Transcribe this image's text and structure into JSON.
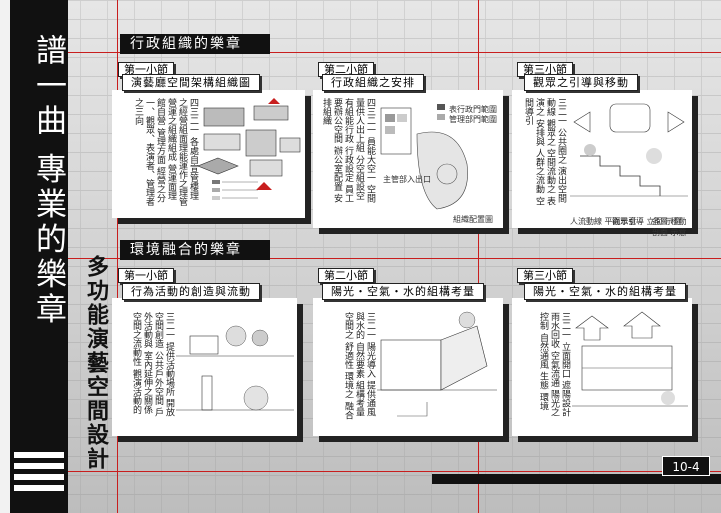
{
  "vertical_title": "譜一曲 專業的樂章",
  "vertical_subtitle": "多功能演藝空間設計",
  "sections": [
    {
      "title": "行政組織的樂章"
    },
    {
      "title": "環境融合的樂章"
    }
  ],
  "row1": [
    {
      "section_label": "第一小節",
      "heading": "演藝廳空間架構組織圖",
      "column_text": "四三二一 各處自宣管樓理之經營組面理能運作之理管 營運之組織組成 營運面理 館自營 管理方面 經營之分 一、觀眾、表演者、管理者之三向"
    },
    {
      "section_label": "第二小節",
      "heading": "行政組織之安排",
      "column_text": "四三二一 員能大空一 空間量供人出上組 分空組設空 有組能行政 行政設定 員工要辦公空間 辦公室配置 安排組織",
      "legend": [
        "表行政門範圍",
        "管理部門範圍"
      ],
      "caption": "主管部入出口",
      "map_caption": "組織配置圖"
    },
    {
      "section_label": "第三小節",
      "heading": "觀眾之引導與移動",
      "column_text": "三二一 公共圈之 演出空間動線 觀眾之 空間流動之 表演之 安排與 人群之流動 空間導引",
      "captions": [
        "人流動線 平面示意",
        "觀眾引導 立面 示意",
        "各層 移動 剖面 示意"
      ]
    }
  ],
  "row2": [
    {
      "section_label": "第一小節",
      "heading": "行為活動的創造與流動",
      "column_text": "三二一 提供活動場所 開放空間創造 公共戶外空間 戶外活動與 室內延伸之關係 空間之流動性 觀演活動的"
    },
    {
      "section_label": "第二小節",
      "heading": "陽光・空氣・水的組構考量",
      "column_text": "三二一 陽光導入 提供通風 與水的 自然要素 組構考量 空間之 舒適性 環境之 融合"
    },
    {
      "section_label": "第三小節",
      "heading": "陽光・空氣・水的組構考量",
      "column_text": "三二一 立面開口 遮陽設計 雨水回收 空氣流通 陽光之控制 自然通風 生態 環境"
    }
  ],
  "page_number": "10-4"
}
